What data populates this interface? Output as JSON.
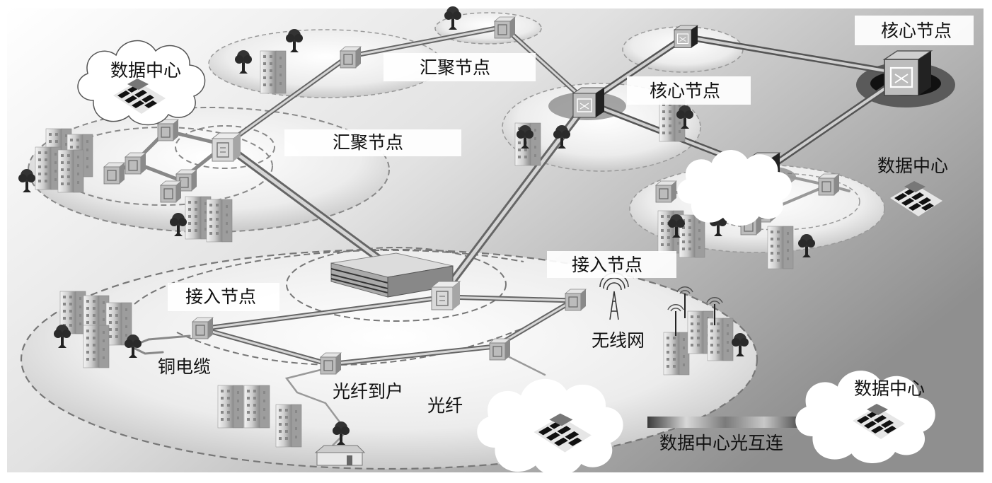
{
  "diagram": {
    "title": "",
    "style": "grayscale",
    "colors": {
      "background_light": "#ffffff",
      "background_dark": "#9a9a9a",
      "zone_fill": "#e4e4e4",
      "dashed_outline": "#7a7a7a",
      "link": "#8c8c8c",
      "core_halo": "#5a5a5a",
      "label_text": "#111111"
    },
    "labels": {
      "core_node_top_right": "核心节点",
      "core_node_center": "核心节点",
      "aggregation_node_top": "汇聚节点",
      "aggregation_node_left": "汇聚节点",
      "data_center_top_left": "数据中心",
      "data_center_right": "数据中心",
      "data_center_bottom_right": "数据中心",
      "access_node_left": "接入节点",
      "access_node_center": "接入节点",
      "copper_cable": "铜电缆",
      "fiber_to_home": "光纤到户",
      "fiber": "光纤",
      "wireless_network": "无线网",
      "dc_optical_interconnect": "数据中心光互连"
    },
    "nodes": [
      {
        "id": "core-1",
        "type": "core",
        "label_key": "core_node_top_right"
      },
      {
        "id": "core-2",
        "type": "core",
        "label_key": "core_node_center"
      },
      {
        "id": "core-3",
        "type": "core"
      },
      {
        "id": "core-4",
        "type": "core"
      },
      {
        "id": "agg-1",
        "type": "aggregation",
        "label_key": "aggregation_node_left"
      },
      {
        "id": "agg-2",
        "type": "aggregation",
        "label_key": "aggregation_node_top"
      },
      {
        "id": "agg-3",
        "type": "aggregation"
      },
      {
        "id": "access-1",
        "type": "access",
        "label_key": "access_node_left"
      },
      {
        "id": "access-2",
        "type": "access",
        "label_key": "access_node_center"
      },
      {
        "id": "access-3",
        "type": "access"
      },
      {
        "id": "access-4",
        "type": "access"
      },
      {
        "id": "access-hub",
        "type": "aggregation"
      },
      {
        "id": "dc-1",
        "type": "data-center",
        "label_key": "data_center_top_left"
      },
      {
        "id": "dc-2",
        "type": "data-center",
        "label_key": "data_center_right"
      },
      {
        "id": "dc-3",
        "type": "data-center",
        "label_key": "data_center_bottom_right"
      },
      {
        "id": "dc-4",
        "type": "data-center"
      }
    ],
    "links": [
      {
        "from": "core-2",
        "to": "core-3"
      },
      {
        "from": "core-3",
        "to": "core-1"
      },
      {
        "from": "core-1",
        "to": "core-4"
      },
      {
        "from": "core-4",
        "to": "core-2"
      },
      {
        "from": "core-2",
        "to": "agg-2"
      },
      {
        "from": "agg-2",
        "to": "agg-3"
      },
      {
        "from": "agg-3",
        "to": "agg-1"
      },
      {
        "from": "agg-1",
        "to": "access-hub"
      },
      {
        "from": "core-2",
        "to": "access-hub"
      },
      {
        "from": "access-hub",
        "to": "access-1"
      },
      {
        "from": "access-hub",
        "to": "access-2"
      },
      {
        "from": "access-1",
        "to": "access-3"
      },
      {
        "from": "access-3",
        "to": "access-4"
      },
      {
        "from": "access-4",
        "to": "access-2"
      },
      {
        "from": "dc-4",
        "to": "dc-3",
        "label_key": "dc_optical_interconnect"
      }
    ]
  }
}
